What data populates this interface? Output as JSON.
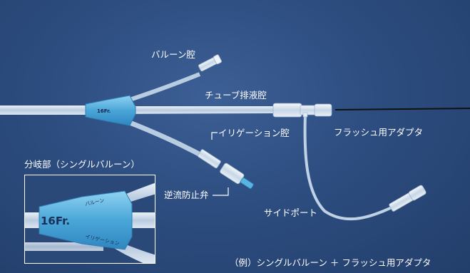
{
  "labels": {
    "balloon_lumen": "バルーン腔",
    "drainage_lumen": "チューブ排液腔",
    "irrigation_lumen": "イリゲーション腔",
    "flush_adapter": "フラッシュ用アダプタ",
    "branch_section": "分岐部（シングルバルーン）",
    "check_valve": "逆流防止弁",
    "side_port": "サイドポート",
    "example_caption": "（例）シングルバルーン ＋ フラッシュ用アダプタ"
  },
  "markings": {
    "size": "16Fr.",
    "inset_balloon": "バルーン",
    "inset_irrigation": "イリゲーション"
  },
  "colors": {
    "background": "#2d4d80",
    "hub_blue": "#5ab4e0",
    "tube": "#c9d8e8",
    "label_text": "#ffffff"
  }
}
